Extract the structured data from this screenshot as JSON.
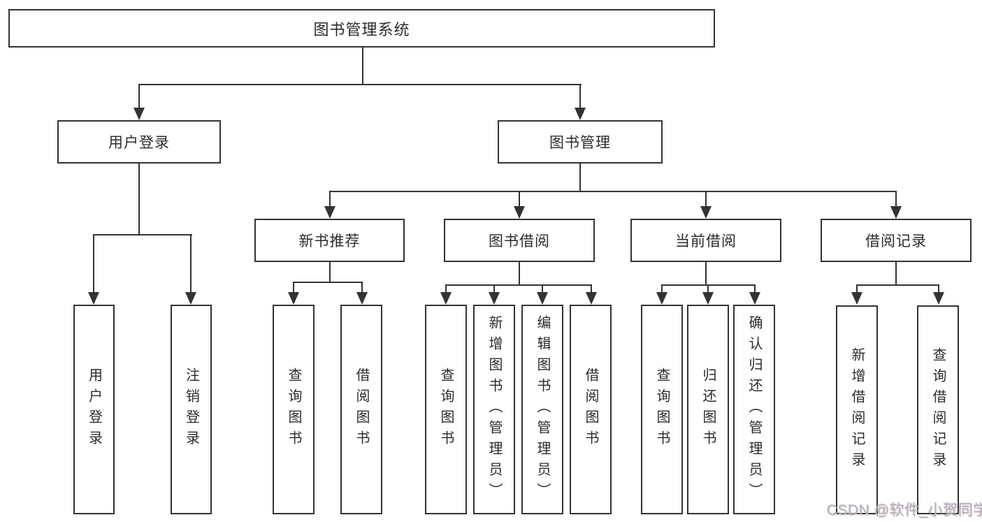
{
  "diagram": {
    "root": {
      "label": "图书管理系统"
    },
    "level2": [
      {
        "label": "用户登录"
      },
      {
        "label": "图书管理"
      }
    ],
    "level3": [
      {
        "label": "新书推荐"
      },
      {
        "label": "图书借阅"
      },
      {
        "label": "当前借阅"
      },
      {
        "label": "借阅记录"
      }
    ],
    "leaves": {
      "user_login": [
        "用户登录",
        "注销登录"
      ],
      "new_book": [
        "查询图书",
        "借阅图书"
      ],
      "borrow": [
        "查询图书",
        "新增图书（管理员）",
        "编辑图书（管理员）",
        "借阅图书"
      ],
      "current": [
        "查询图书",
        "归还图书",
        "确认归还（管理员）"
      ],
      "records": [
        "新增借阅记录",
        "查询借阅记录"
      ]
    }
  },
  "watermark": {
    "text": "CSDN @软件_小贺同学"
  },
  "colors": {
    "line": "#333333",
    "text": "#2b2b2b",
    "watermark": "#b1b1b1",
    "background": "#ffffff"
  }
}
